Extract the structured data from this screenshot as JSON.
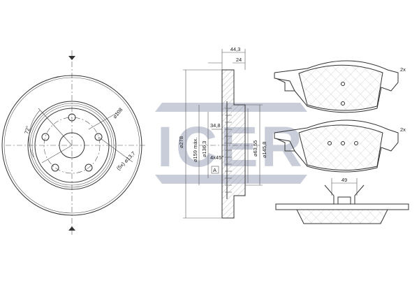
{
  "logo": {
    "text": "ICER",
    "color": "#c9cdda"
  },
  "disc_front": {
    "angle_label": "72°",
    "pcd_label": "⌀108",
    "bolt_hole_label": "(5x) ⌀13,7"
  },
  "disc_section": {
    "total_thickness": "44,3",
    "disc_thickness": "24",
    "offset": "34,8",
    "outer_diameter": "⌀278",
    "hat_diameter": "⌀159 máx.",
    "hub_outer": "⌀136,3",
    "center_bore": "⌀63,55",
    "hat_inner": "⌀145,8",
    "chamfer": "4x45°",
    "detail_marker": "A"
  },
  "pads": {
    "pad_top_qty": "2x",
    "pad_bottom_qty": "2x",
    "pad_thickness": "49"
  },
  "colors": {
    "line": "#333333",
    "hatch": "#999999"
  }
}
